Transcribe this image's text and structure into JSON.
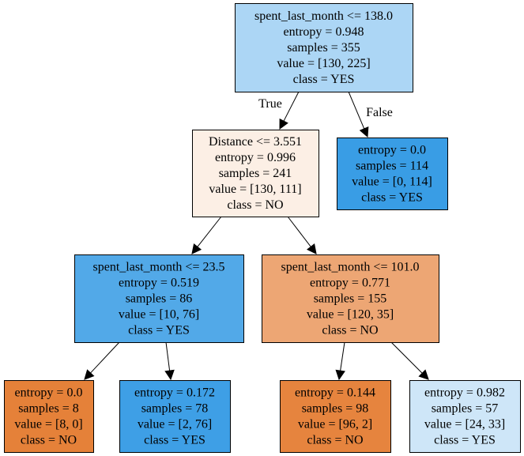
{
  "tree": {
    "nodes": [
      {
        "id": "n0",
        "fill": "#acd6f5",
        "lines": [
          "spent_last_month <= 138.0",
          "entropy = 0.948",
          "samples = 355",
          "value = [130, 225]",
          "class = YES"
        ]
      },
      {
        "id": "n1",
        "fill": "#fcefe5",
        "lines": [
          "Distance <= 3.551",
          "entropy = 0.996",
          "samples = 241",
          "value = [130, 111]",
          "class = NO"
        ]
      },
      {
        "id": "n2",
        "fill": "#399de5",
        "lines": [
          "entropy = 0.0",
          "samples = 114",
          "value = [0, 114]",
          "class = YES"
        ]
      },
      {
        "id": "n3",
        "fill": "#52a9e8",
        "lines": [
          "spent_last_month <= 23.5",
          "entropy = 0.519",
          "samples = 86",
          "value = [10, 76]",
          "class = YES"
        ]
      },
      {
        "id": "n4",
        "fill": "#eda674",
        "lines": [
          "spent_last_month <= 101.0",
          "entropy = 0.771",
          "samples = 155",
          "value = [120, 35]",
          "class = NO"
        ]
      },
      {
        "id": "n5",
        "fill": "#e58139",
        "lines": [
          "entropy = 0.0",
          "samples = 8",
          "value = [8, 0]",
          "class = NO"
        ]
      },
      {
        "id": "n6",
        "fill": "#3e9fe6",
        "lines": [
          "entropy = 0.172",
          "samples = 78",
          "value = [2, 76]",
          "class = YES"
        ]
      },
      {
        "id": "n7",
        "fill": "#e6843e",
        "lines": [
          "entropy = 0.144",
          "samples = 98",
          "value = [96, 2]",
          "class = NO"
        ]
      },
      {
        "id": "n8",
        "fill": "#cee6f8",
        "lines": [
          "entropy = 0.982",
          "samples = 57",
          "value = [24, 33]",
          "class = YES"
        ]
      }
    ],
    "edges": [
      {
        "from": "n0",
        "to": "n1",
        "label": "True"
      },
      {
        "from": "n0",
        "to": "n2",
        "label": "False"
      },
      {
        "from": "n1",
        "to": "n3",
        "label": ""
      },
      {
        "from": "n1",
        "to": "n4",
        "label": ""
      },
      {
        "from": "n3",
        "to": "n5",
        "label": ""
      },
      {
        "from": "n3",
        "to": "n6",
        "label": ""
      },
      {
        "from": "n4",
        "to": "n7",
        "label": ""
      },
      {
        "from": "n4",
        "to": "n8",
        "label": ""
      }
    ]
  }
}
